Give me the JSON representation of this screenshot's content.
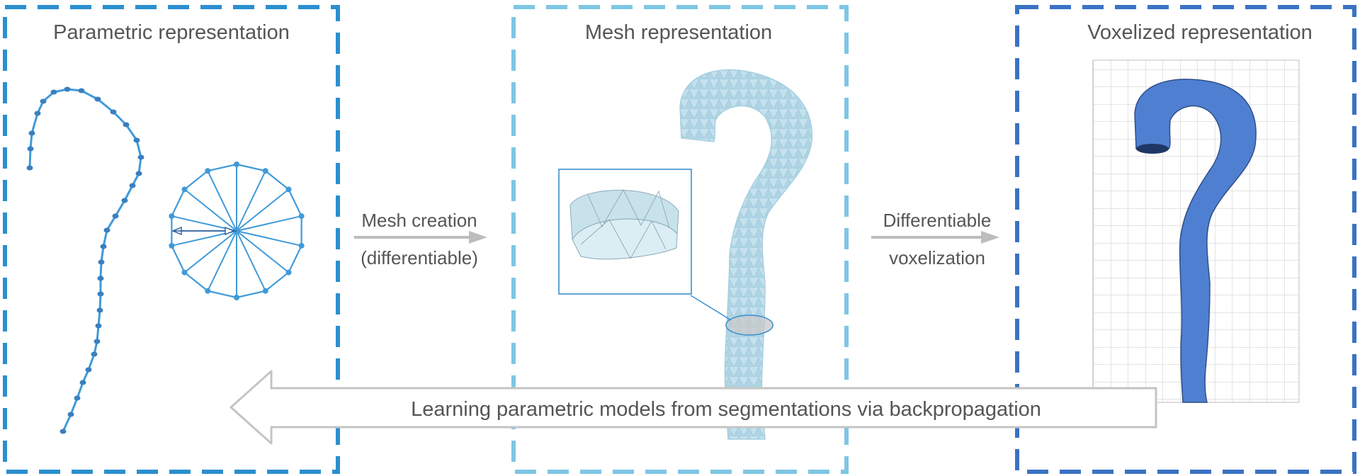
{
  "panels": [
    {
      "title": "Parametric representation",
      "color": "#2b8fcf"
    },
    {
      "title": "Mesh representation",
      "color": "#7ec6e4"
    },
    {
      "title": "Voxelized representation",
      "color": "#3a73c4"
    }
  ],
  "arrows": {
    "mesh_creation": {
      "line1": "Mesh creation",
      "line2": "(differentiable)"
    },
    "voxelization": {
      "line1": "Differentiable",
      "line2": "voxelization"
    },
    "backprop": {
      "label": "Learning parametric models from segmentations via backpropagation"
    }
  },
  "colors": {
    "centerline": "#3f9ad8",
    "mesh_fill": "#c2e0ec",
    "voxel_fill": "#4f7fd0",
    "arrow_gray": "#bdbdbd",
    "text_gray": "#555555"
  }
}
